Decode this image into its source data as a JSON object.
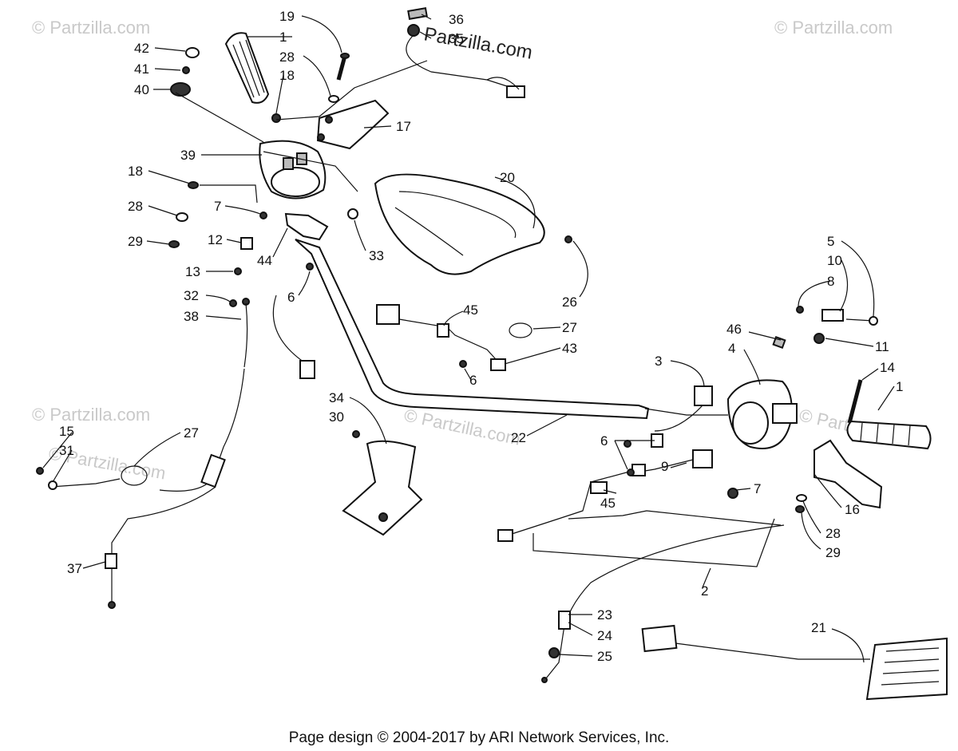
{
  "diagram": {
    "watermarks": [
      "© Partzilla.com",
      "© Partzilla.com",
      "© Partzilla.com",
      "© Partzilla.com",
      "© Partzilla.com",
      "© Partzilla.com"
    ],
    "main_watermark": "Partzilla.com",
    "footer": "Page design © 2004-2017 by ARI Network Services, Inc.",
    "callouts": {
      "c19": "19",
      "c1a": "1",
      "c28a": "28",
      "c18a": "18",
      "c42": "42",
      "c41": "41",
      "c40": "40",
      "c36": "36",
      "c35": "35",
      "c17": "17",
      "c39": "39",
      "c18b": "18",
      "c7a": "7",
      "c28b": "28",
      "c12": "12",
      "c29a": "29",
      "c13": "13",
      "c44": "44",
      "c33": "33",
      "c20": "20",
      "c26": "26",
      "c6a": "6",
      "c32": "32",
      "c38": "38",
      "c45a": "45",
      "c27a": "27",
      "c43": "43",
      "c6b": "6",
      "c34": "34",
      "c30": "30",
      "c22": "22",
      "c15": "15",
      "c31": "31",
      "c27b": "27",
      "c37": "37",
      "c5": "5",
      "c10": "10",
      "c8": "8",
      "c46": "46",
      "c4": "4",
      "c11": "11",
      "c3": "3",
      "c14": "14",
      "c1b": "1",
      "c6c": "6",
      "c9": "9",
      "c7b": "7",
      "c45b": "45",
      "c16": "16",
      "c28c": "28",
      "c29b": "29",
      "c2": "2",
      "c23": "23",
      "c24": "24",
      "c25": "25",
      "c21": "21"
    }
  }
}
